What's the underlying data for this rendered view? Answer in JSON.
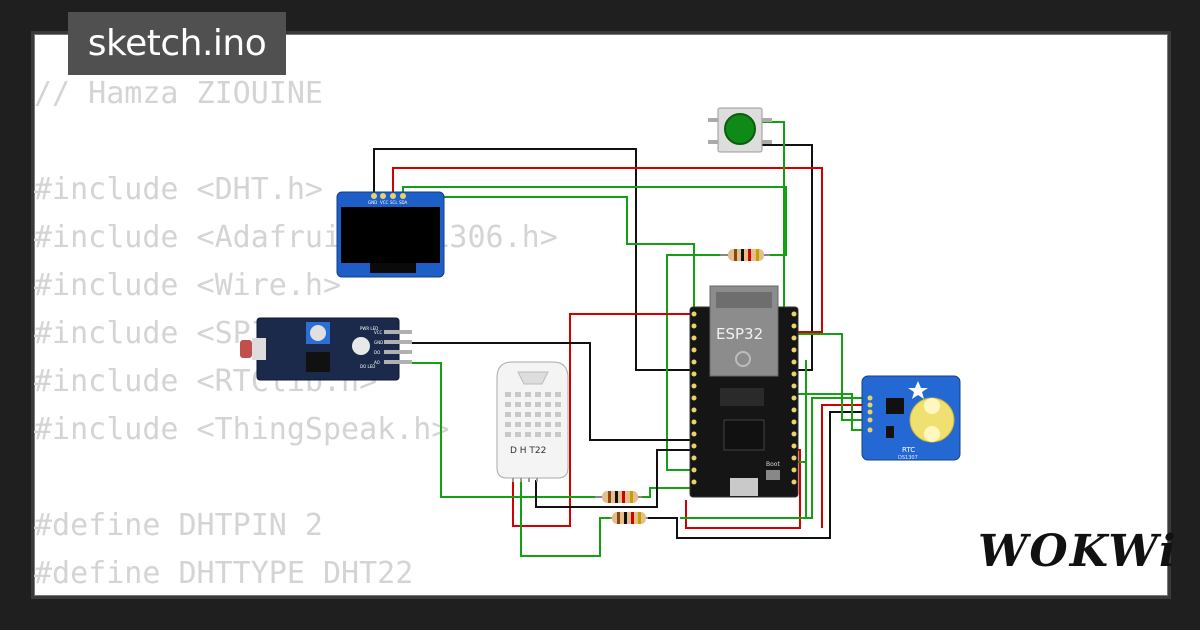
{
  "editor": {
    "filename": "sketch.ino",
    "code_lines": [
      "// Hamza ZIOUINE",
      "",
      "#include <DHT.h>",
      "#include <Adafruit_SSD1306.h>",
      "#include <Wire.h>",
      "#include <SPI.h>",
      "#include <RTClib.h>",
      "#include <ThingSpeak.h>",
      "",
      "#define DHTPIN 2",
      "#define DHTTYPE DHT22"
    ]
  },
  "circuit": {
    "esp32_label": "ESP32",
    "dht_label": "D H T22",
    "rtc_label": "RTC",
    "rtc_chip": "DS1307",
    "oled_pins": [
      "GND",
      "VCC",
      "SCL",
      "SDA"
    ],
    "ldr_pins": [
      "VCC",
      "GND",
      "DO",
      "AO"
    ],
    "ldr_leds": [
      "PWR LED",
      "DO LED"
    ],
    "boot_label": "Boot",
    "wire_colors": {
      "red": "#d40000",
      "black": "#111111",
      "green": "#13a113"
    }
  },
  "brand": {
    "logo": "WOKWi"
  }
}
